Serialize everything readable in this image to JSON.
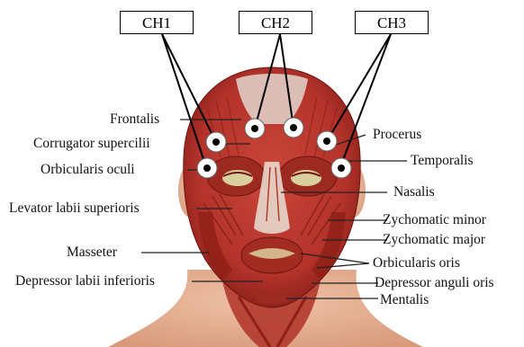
{
  "channels": [
    {
      "label": "CH1"
    },
    {
      "label": "CH2"
    },
    {
      "label": "CH3"
    }
  ],
  "muscles": {
    "frontalis": "Frontalis",
    "corrugator": "Corrugator supercilii",
    "orbicularis_oculi": "Orbicularis oculi",
    "levator": "Levator labii superioris",
    "masseter": "Masseter",
    "depressor_labii": "Depressor labii inferioris",
    "procerus": "Procerus",
    "temporalis": "Temporalis",
    "nasalis": "Nasalis",
    "zygo_minor": "Zychomatic minor",
    "zygo_major": "Zychomatic major",
    "orbicularis_oris": "Orbicularis oris",
    "depressor_anguli": "Depressor anguli oris",
    "mentalis": "Mentalis"
  },
  "colors": {
    "muscle": "#b8342a",
    "muscle_dark": "#8e1f18",
    "skin": "#e9b89d",
    "tendon": "#ece3dd"
  }
}
